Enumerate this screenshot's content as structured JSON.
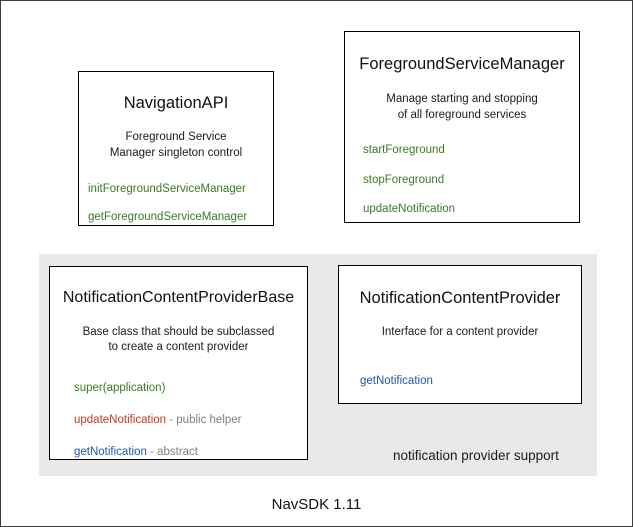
{
  "diagram": {
    "footer_caption": "NavSDK 1.11",
    "group": {
      "label": "notification provider support"
    },
    "colors": {
      "member_green": "#3a7a28",
      "member_red": "#c0392b",
      "member_blue": "#2255aa",
      "member_suffix_gray": "#808080",
      "group_background": "#e9e9e9",
      "box_border": "#000000",
      "page_border": "#3c3c3c"
    },
    "boxes": [
      {
        "id": "navigation-api",
        "title": "NavigationAPI",
        "description": "Foreground Service\nManager singleton control",
        "members": [
          {
            "name": "initForegroundServiceManager",
            "suffix": "",
            "color": "#3a7a28"
          },
          {
            "name": "getForegroundServiceManager",
            "suffix": "",
            "color": "#3a7a28"
          }
        ]
      },
      {
        "id": "foreground-service-manager",
        "title": "ForegroundServiceManager",
        "description": "Manage starting and stopping\nof all foreground services",
        "members": [
          {
            "name": "startForeground",
            "suffix": "",
            "color": "#3a7a28"
          },
          {
            "name": "stopForeground",
            "suffix": "",
            "color": "#3a7a28"
          },
          {
            "name": "updateNotification",
            "suffix": "",
            "color": "#3a7a28"
          }
        ]
      },
      {
        "id": "notification-content-provider-base",
        "title": "NotificationContentProviderBase",
        "description": "Base class that should be subclassed\nto create a content provider",
        "members": [
          {
            "name": "super(application)",
            "suffix": "",
            "color": "#3a7a28"
          },
          {
            "name": "updateNotification",
            "suffix": " - public helper",
            "color": "#c0392b"
          },
          {
            "name": "getNotification",
            "suffix": " - abstract",
            "color": "#2255aa"
          }
        ]
      },
      {
        "id": "notification-content-provider",
        "title": "NotificationContentProvider",
        "description": "Interface for a content provider",
        "members": [
          {
            "name": "getNotification",
            "suffix": "",
            "color": "#2255aa"
          }
        ]
      }
    ]
  }
}
